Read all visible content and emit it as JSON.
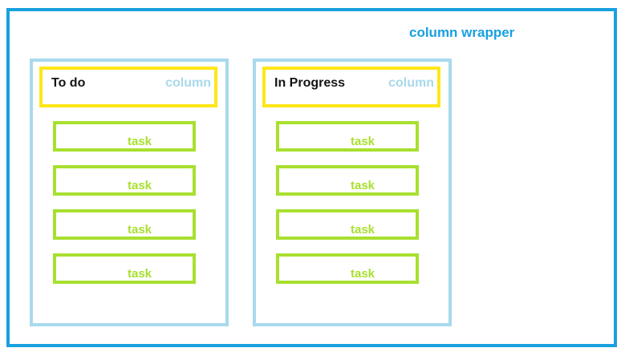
{
  "diagram": {
    "wrapper_label": "column wrapper",
    "columns": [
      {
        "title": "To do",
        "tag": "column",
        "tasks": [
          "task",
          "task",
          "task",
          "task"
        ]
      },
      {
        "title": "In Progress",
        "tag": "column",
        "tasks": [
          "task",
          "task",
          "task",
          "task"
        ]
      }
    ]
  },
  "colors": {
    "wrapper_border": "#18a0df",
    "wrapper_label_text": "#18a0df",
    "column_border": "#a8d9ec",
    "column_tag_text": "#a8d9ec",
    "header_border": "#ffe617",
    "column_title_text": "#141414",
    "task_border": "#a8e02f",
    "task_label_text": "#a8e02f",
    "background": "#ffffff"
  }
}
